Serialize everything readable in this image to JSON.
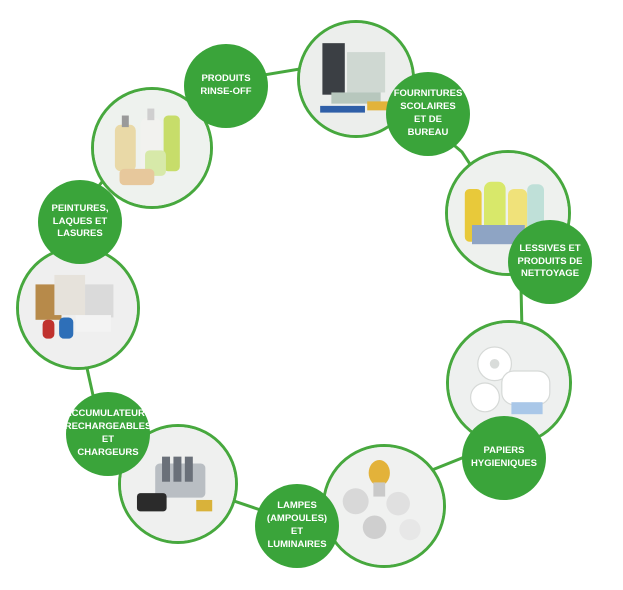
{
  "colors": {
    "ring": "#47a83e",
    "bubble": "#3aa43a",
    "text": "#ffffff",
    "photo_bg": "#f3f5f3"
  },
  "items": [
    {
      "label": "PRODUITS\nRINSE-OFF",
      "icon": "cosmetics-bottles-icon"
    },
    {
      "label": "FOURNITURES\nSCOLAIRES\nET DE\nBUREAU",
      "icon": "office-supplies-icon"
    },
    {
      "label": "LESSIVES ET\nPRODUITS DE\nNETTOYAGE",
      "icon": "detergent-bottles-icon"
    },
    {
      "label": "PAPIERS\nHYGIENIQUES",
      "icon": "toilet-paper-icon"
    },
    {
      "label": "LAMPES\n(AMPOULES)\nET LUMINAIRES",
      "icon": "light-bulbs-icon"
    },
    {
      "label": "ACCUMULATEURS\nRECHARGEABLES\nET\nCHARGEURS",
      "icon": "battery-charger-icon"
    },
    {
      "label": "PEINTURES,\nLAQUES ET\nLASURES",
      "icon": "paint-cans-icon"
    }
  ]
}
